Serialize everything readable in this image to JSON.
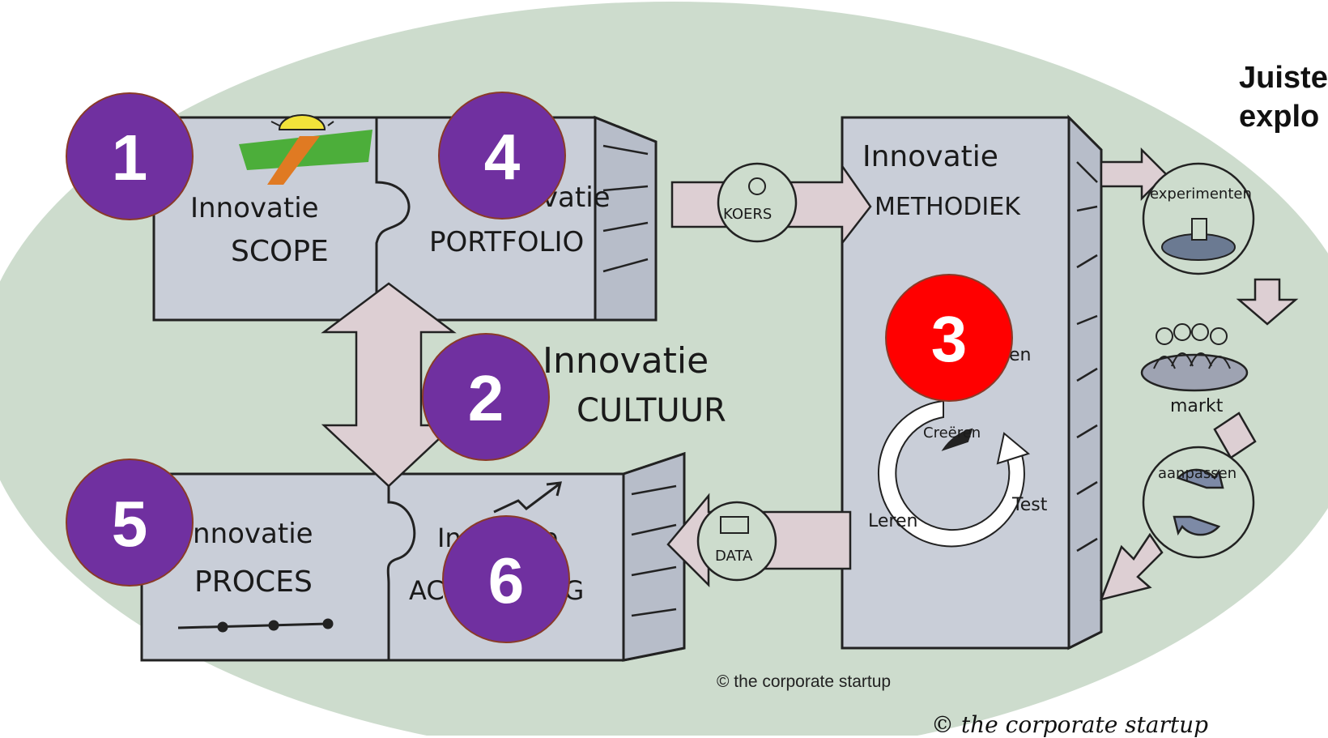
{
  "headline": {
    "line1": "Juiste",
    "line2": "explo"
  },
  "blocks": {
    "scope": {
      "line1": "Innovatie",
      "line2": "SCOPE"
    },
    "portfolio": {
      "line1": "Innovatie",
      "line2": "PORTFOLIO"
    },
    "proces": {
      "line1": "Innovatie",
      "line2": "PROCES"
    },
    "accounting": {
      "line1": "Innovatie",
      "line2": "ACCOUNTING"
    },
    "methodiek": {
      "line1": "Innovatie",
      "line2": "METHODIEK"
    }
  },
  "cultuur": {
    "line1": "Innovatie",
    "line2": "CULTUUR"
  },
  "flows": {
    "koers": "KOERS",
    "data": "DATA"
  },
  "cycle": {
    "top": "Creëren",
    "right": "Test",
    "left": "Leren",
    "partial": "en"
  },
  "side": {
    "experimenten": "experimenten",
    "markt": "markt",
    "aanpassen": "aanpassen"
  },
  "markers": [
    {
      "number": "1",
      "color": "#7030a0"
    },
    {
      "number": "2",
      "color": "#7030a0"
    },
    {
      "number": "3",
      "color": "#ff0000"
    },
    {
      "number": "4",
      "color": "#7030a0"
    },
    {
      "number": "5",
      "color": "#7030a0"
    },
    {
      "number": "6",
      "color": "#7030a0"
    }
  ],
  "copyright": "© the corporate startup",
  "signature": "© the corporate startup"
}
